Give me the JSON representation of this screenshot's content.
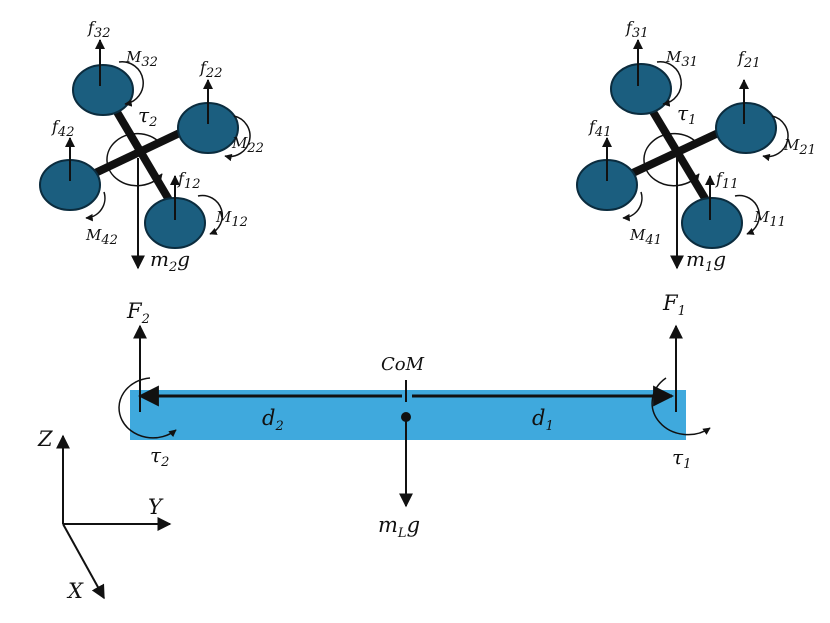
{
  "quad_left": {
    "rotors": {
      "front_left": {
        "thrust": "f",
        "thrust_sub": "32",
        "moment": "M",
        "moment_sub": "32"
      },
      "front_right": {
        "thrust": "f",
        "thrust_sub": "22",
        "moment": "M",
        "moment_sub": "22"
      },
      "back_left": {
        "thrust": "f",
        "thrust_sub": "42",
        "moment": "M",
        "moment_sub": "42"
      },
      "back_right": {
        "thrust": "f",
        "thrust_sub": "12",
        "moment": "M",
        "moment_sub": "12"
      }
    },
    "torque": "τ",
    "torque_sub": "2",
    "weight": "m",
    "weight_sub": "2",
    "weight_suffix": "g"
  },
  "quad_right": {
    "rotors": {
      "front_left": {
        "thrust": "f",
        "thrust_sub": "31",
        "moment": "M",
        "moment_sub": "31"
      },
      "front_right": {
        "thrust": "f",
        "thrust_sub": "21",
        "moment": "M",
        "moment_sub": "21"
      },
      "back_left": {
        "thrust": "f",
        "thrust_sub": "41",
        "moment": "M",
        "moment_sub": "41"
      },
      "back_right": {
        "thrust": "f",
        "thrust_sub": "11",
        "moment": "M",
        "moment_sub": "11"
      }
    },
    "torque": "τ",
    "torque_sub": "1",
    "weight": "m",
    "weight_sub": "1",
    "weight_suffix": "g"
  },
  "payload": {
    "com_label": "CoM",
    "force_left": "F",
    "force_left_sub": "2",
    "force_right": "F",
    "force_right_sub": "1",
    "torque_left": "τ",
    "torque_left_sub": "2",
    "torque_right": "τ",
    "torque_right_sub": "1",
    "dist_left": "d",
    "dist_left_sub": "2",
    "dist_right": "d",
    "dist_right_sub": "1",
    "weight": "m",
    "weight_sub": "L",
    "weight_suffix": "g",
    "colors": {
      "bar": "#3fa9dd"
    }
  },
  "axes": {
    "z": "Z",
    "y": "Y",
    "x": "X"
  },
  "colors": {
    "rotor_fill": "#1b5e7f",
    "rotor_stroke": "#0b2c3e",
    "arm": "#111111"
  }
}
